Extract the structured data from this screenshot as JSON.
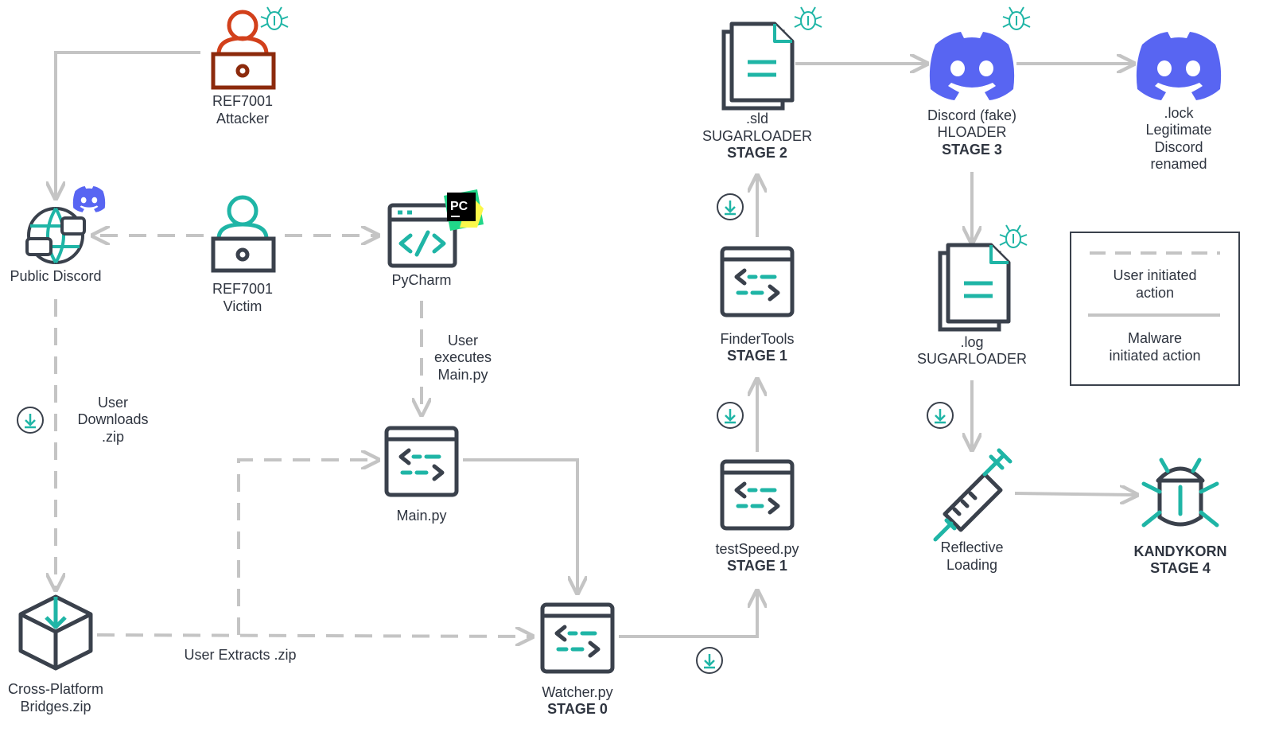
{
  "colors": {
    "arrow": "#c4c4c4",
    "dark": "#3a414c",
    "teal": "#1fb5a6",
    "attacker": "#d2401b",
    "attacker_dark": "#8c2a0c",
    "discord": "#5865f2",
    "pycharm_bg": "#000000",
    "pycharm_green": "#21d789",
    "pycharm_yellow": "#fcf84a"
  },
  "nodes": {
    "attacker": {
      "line1": "REF7001",
      "line2": "Attacker"
    },
    "public_discord": {
      "line1": "Public Discord"
    },
    "victim": {
      "line1": "REF7001",
      "line2": "Victim"
    },
    "pycharm": {
      "line1": "PyCharm",
      "badge": "PC"
    },
    "main_py": {
      "line1": "Main.py"
    },
    "bridges_zip": {
      "line1": "Cross-Platform",
      "line2": "Bridges.zip"
    },
    "watcher": {
      "line1": "Watcher.py",
      "line2": "STAGE 0"
    },
    "testspeed": {
      "line1": "testSpeed.py",
      "line2": "STAGE 1"
    },
    "findertools": {
      "line1": "FinderTools",
      "line2": "STAGE 1"
    },
    "sld": {
      "line1": ".sld",
      "line2": "SUGARLOADER",
      "line3": "STAGE 2"
    },
    "discord_fake": {
      "line1": "Discord (fake)",
      "line2": "HLOADER",
      "line3": "STAGE 3"
    },
    "lock": {
      "line1": ".lock",
      "line2": "Legitimate",
      "line3": "Discord",
      "line4": "renamed"
    },
    "log": {
      "line1": ".log",
      "line2": "SUGARLOADER"
    },
    "reflective": {
      "line1": "Reflective",
      "line2": "Loading"
    },
    "kandykorn": {
      "line1": "KANDYKORN",
      "line2": "STAGE 4"
    }
  },
  "edges": {
    "user_downloads": {
      "line1": "User",
      "line2": "Downloads",
      "line3": ".zip"
    },
    "user_executes": {
      "line1": "User",
      "line2": "executes",
      "line3": "Main.py"
    },
    "user_extracts": {
      "line1": "User Extracts .zip"
    }
  },
  "legend": {
    "user_initiated_1": "User initiated",
    "user_initiated_2": "action",
    "malware_initiated_1": "Malware",
    "malware_initiated_2": "initiated action"
  }
}
